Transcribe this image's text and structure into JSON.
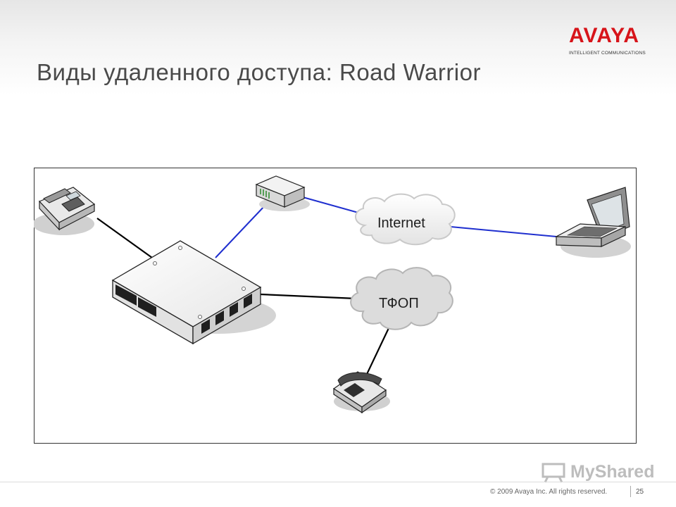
{
  "slide": {
    "title": "Виды удаленного доступа: Road Warrior",
    "page_number": "25",
    "copyright": "© 2009 Avaya Inc. All rights reserved."
  },
  "logo": {
    "word": "AVAYA",
    "tagline": "INTELLIGENT COMMUNICATIONS",
    "color": "#d7141a"
  },
  "watermark": {
    "text": "MyShared"
  },
  "diagram": {
    "nodes": {
      "internet": "Internet",
      "pstn": "ТФОП"
    },
    "link_colors": {
      "data": "#1f2fcf",
      "voice": "#000000"
    }
  }
}
